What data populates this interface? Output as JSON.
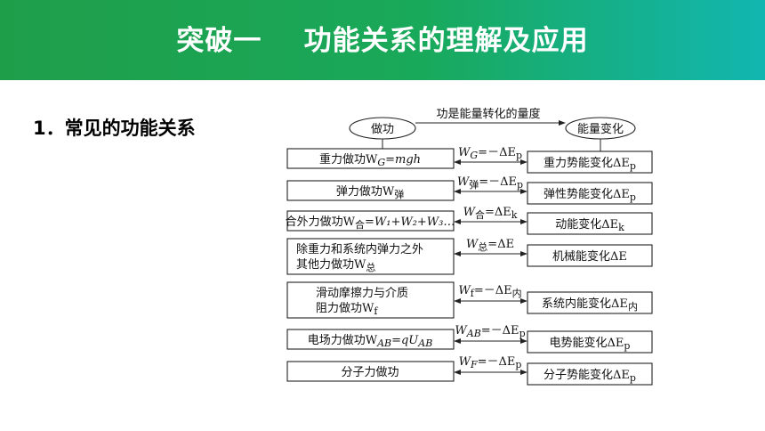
{
  "header": {
    "title": "突破一    功能关系的理解及应用"
  },
  "section": {
    "title": "1．常见的功能关系"
  },
  "diagram": {
    "left_node": "做功",
    "right_node": "能量变化",
    "top_label": "功是能量转化的量度",
    "rows": [
      {
        "left": [
          "重力做功W",
          "G",
          "=mgh"
        ],
        "mid": [
          "W",
          "G",
          "=－ΔE",
          "p"
        ],
        "right": [
          "重力势能变化ΔE",
          "p"
        ]
      },
      {
        "left": [
          "弹力做功W",
          "弹",
          ""
        ],
        "mid": [
          "W",
          "弹",
          "=－ΔE",
          "p"
        ],
        "right": [
          "弹性势能变化ΔE",
          "p"
        ]
      },
      {
        "left": [
          "合外力做功W",
          "合",
          "=W₁+W₂+W₃…"
        ],
        "mid": [
          "W",
          "合",
          "=ΔE",
          "k"
        ],
        "right": [
          "动能变化ΔE",
          "k"
        ]
      },
      {
        "left1": "除重力和系统内弹力之外",
        "left2": [
          "其他力做功W",
          "总"
        ],
        "mid": [
          "W",
          "总",
          "=ΔE",
          ""
        ],
        "right": [
          "机械能变化ΔE",
          ""
        ]
      },
      {
        "left1": "滑动摩擦力与介质",
        "left2": [
          "阻力做功W",
          "f"
        ],
        "mid": [
          "W",
          "f",
          "=－ΔE",
          "内"
        ],
        "right": [
          "系统内能变化ΔE",
          "内"
        ]
      },
      {
        "left": [
          "电场力做功W",
          "AB",
          "=qU"
        ],
        "left_sub2": "AB",
        "mid": [
          "W",
          "AB",
          "=－ΔE",
          "p"
        ],
        "right": [
          "电势能变化ΔE",
          "p"
        ]
      },
      {
        "left": [
          "分子力做功",
          "",
          ""
        ],
        "mid": [
          "W",
          "F",
          "=－ΔE",
          "p"
        ],
        "right": [
          "分子势能变化ΔE",
          "p"
        ]
      }
    ]
  }
}
